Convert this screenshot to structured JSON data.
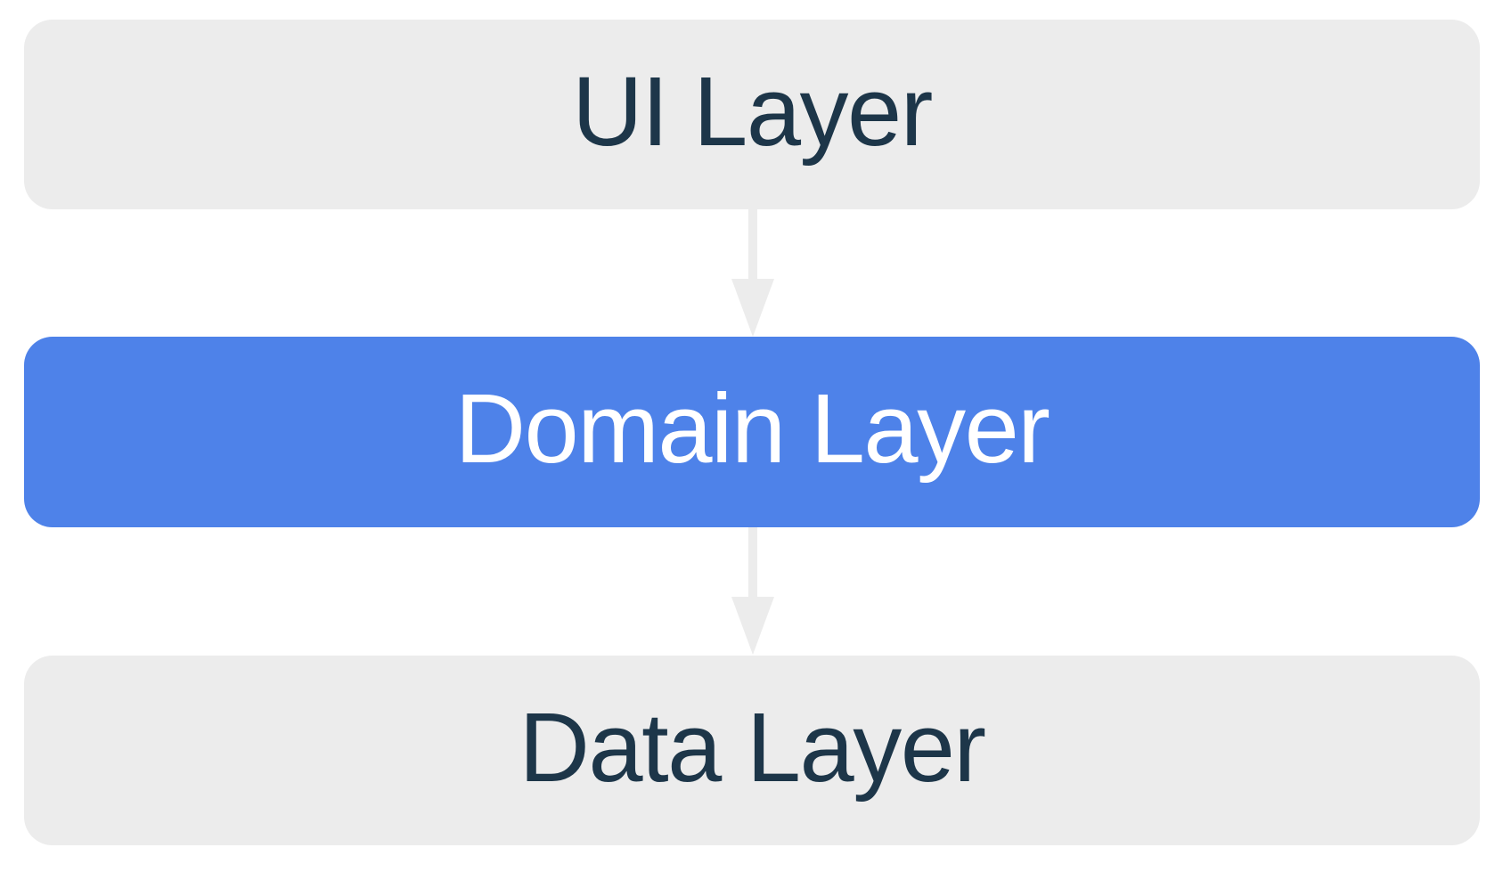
{
  "diagram": {
    "background": "#ffffff",
    "arrow_color": "#ececec",
    "layers": [
      {
        "id": "ui",
        "label": "UI Layer",
        "bg": "#ececec",
        "text_color": "#1d3649",
        "highlighted": false
      },
      {
        "id": "domain",
        "label": "Domain Layer",
        "bg": "#4e82e9",
        "text_color": "#ffffff",
        "highlighted": true
      },
      {
        "id": "data",
        "label": "Data Layer",
        "bg": "#ececec",
        "text_color": "#1d3649",
        "highlighted": false
      }
    ],
    "arrows": [
      {
        "from": "ui",
        "to": "domain",
        "direction": "down"
      },
      {
        "from": "domain",
        "to": "data",
        "direction": "down"
      }
    ]
  }
}
